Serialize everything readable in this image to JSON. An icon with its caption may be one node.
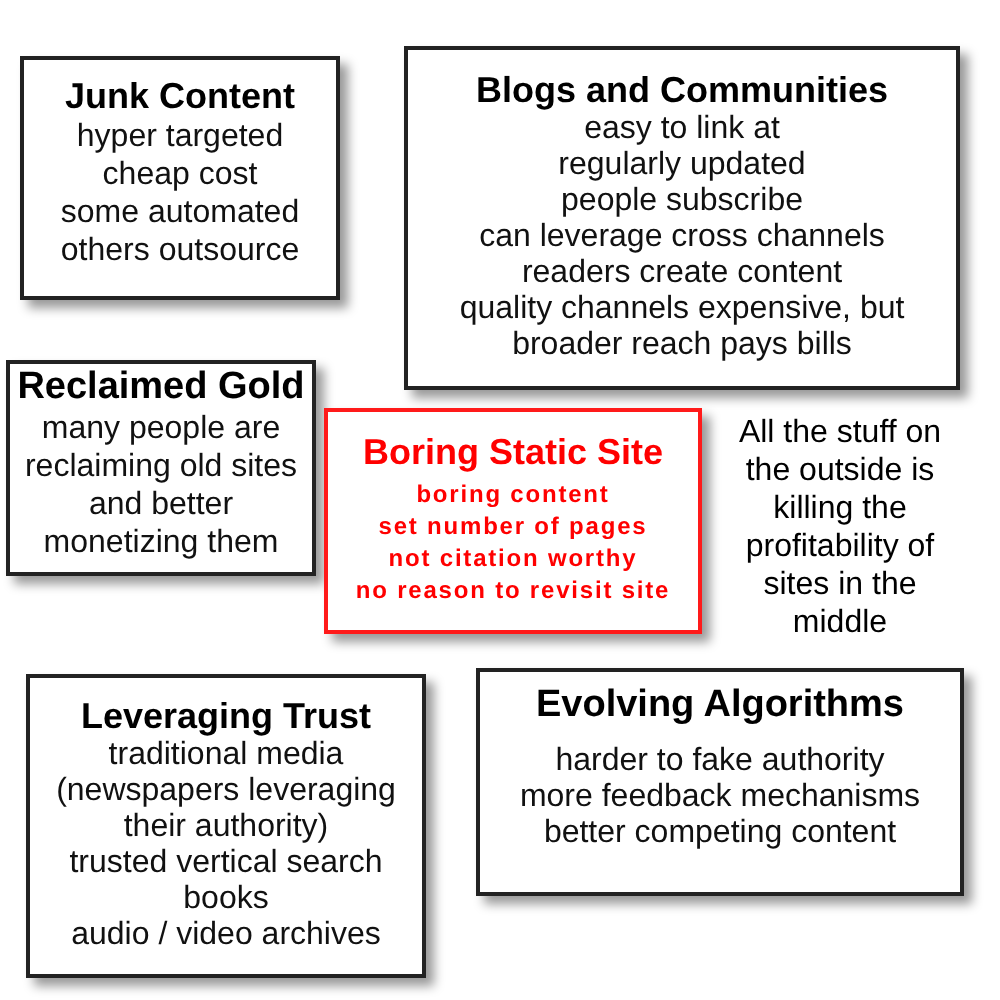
{
  "diagram": {
    "nodes": [
      {
        "text": [
          "Junk Content",
          "hyper targeted",
          "cheap cost",
          "some automated",
          "others outsource"
        ]
      },
      {
        "text": [
          "Blogs and Communities",
          "easy to link at",
          "regularly updated",
          "people subscribe",
          "can leverage cross channels",
          "readers create content",
          "quality channels expensive, but broader reach pays bills"
        ]
      },
      {
        "text": [
          "Reclaimed Gold",
          "many people are reclaiming old sites and better monetizing them"
        ]
      },
      {
        "text": [
          "Boring Static Site",
          "boring content",
          "set number of pages",
          "not citation worthy",
          "no reason to revisit site"
        ]
      },
      {
        "text": [
          "Leveraging Trust",
          "traditional media",
          "(newspapers leveraging their authority)",
          "trusted vertical search",
          "books",
          "audio / video archives"
        ]
      },
      {
        "text": [
          "Evolving Algorithms",
          "harder to fake authority",
          "more feedback mechanisms",
          "better competing content"
        ]
      }
    ],
    "labels": [
      "All the stuff on the outside is killing the profitability of sites in the middle"
    ]
  }
}
